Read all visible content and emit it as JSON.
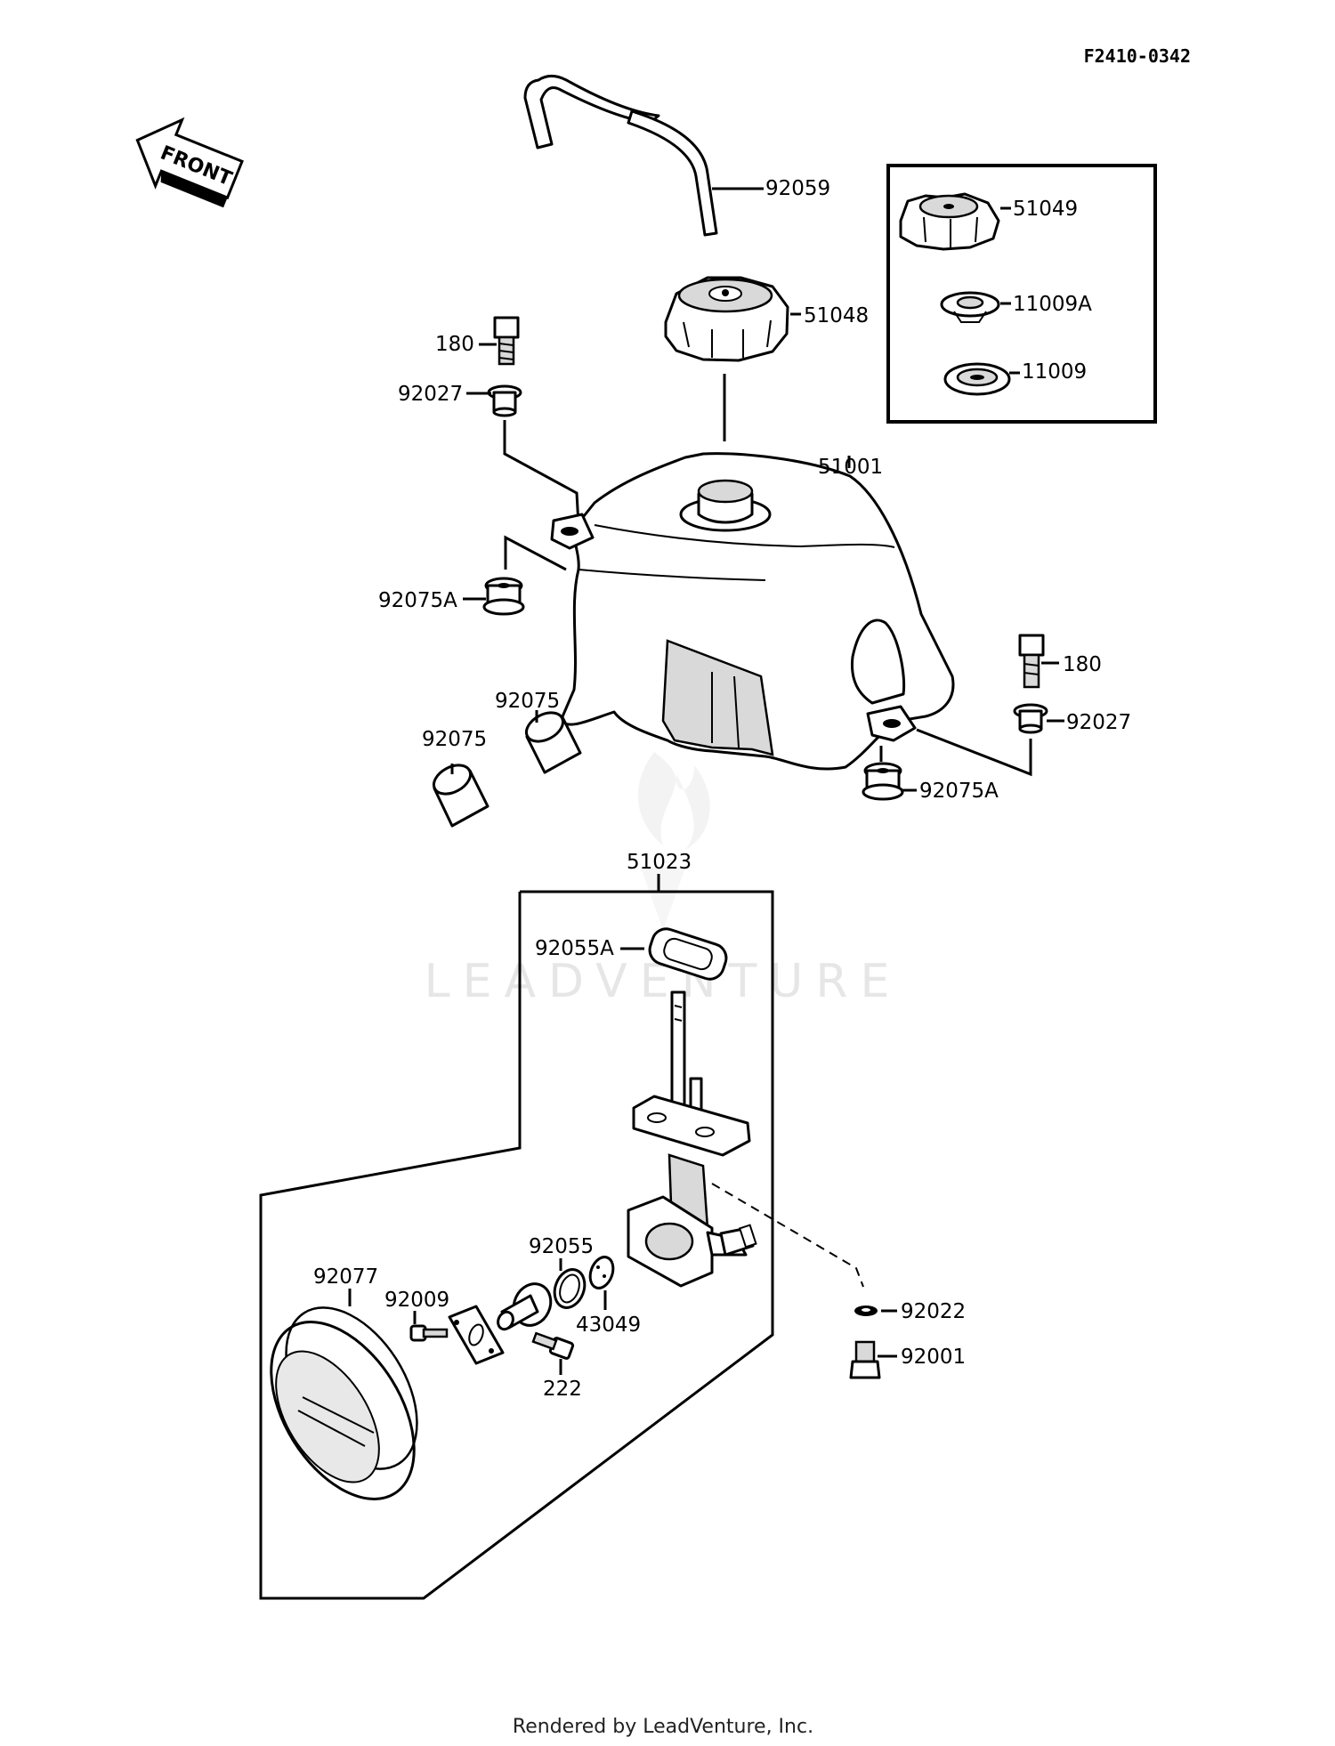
{
  "diagram": {
    "code": "F2410-0342",
    "front_arrow": "FRONT",
    "watermark": "LEADVENTURE",
    "footer": "Rendered by LeadVenture, Inc.",
    "callouts": [
      {
        "id": "92059"
      },
      {
        "id": "51049"
      },
      {
        "id": "51048"
      },
      {
        "id": "11009A"
      },
      {
        "id": "11009"
      },
      {
        "id": "180"
      },
      {
        "id": "92027"
      },
      {
        "id": "51001"
      },
      {
        "id": "92075A"
      },
      {
        "id": "180"
      },
      {
        "id": "92027"
      },
      {
        "id": "92075"
      },
      {
        "id": "92075"
      },
      {
        "id": "92075A"
      },
      {
        "id": "51023"
      },
      {
        "id": "92055A"
      },
      {
        "id": "92055"
      },
      {
        "id": "92077"
      },
      {
        "id": "92009"
      },
      {
        "id": "43049"
      },
      {
        "id": "222"
      },
      {
        "id": "92022"
      },
      {
        "id": "92001"
      }
    ]
  }
}
